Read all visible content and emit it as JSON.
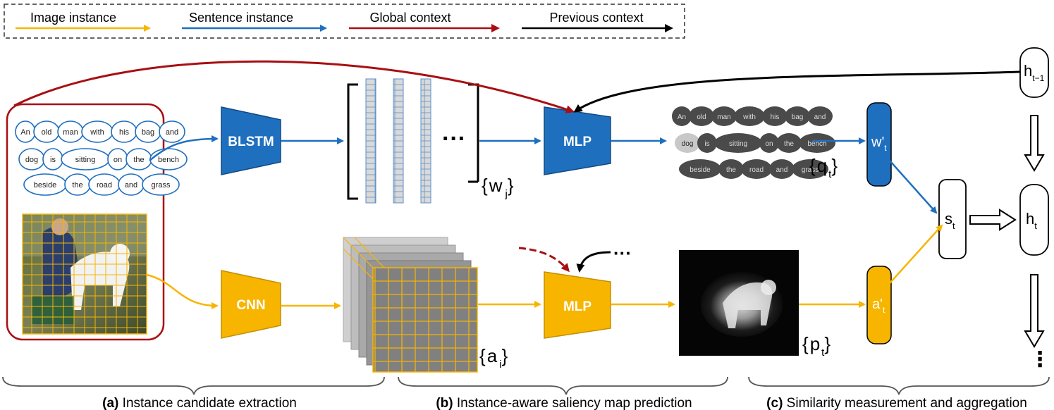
{
  "legend": {
    "image_instance": "Image instance",
    "sentence_instance": "Sentence instance",
    "global_context": "Global context",
    "previous_context": "Previous context"
  },
  "colors": {
    "blue": "#1f6fbf",
    "yellow": "#f7b500",
    "red": "#a80f13",
    "black": "#000000",
    "dark_word": "#4a4a4a",
    "light_word": "#c8c8c8"
  },
  "sentence": {
    "row1": [
      "An",
      "old",
      "man",
      "with",
      "his",
      "bag",
      "and"
    ],
    "row2": [
      "dog",
      "is",
      "sitting",
      "on",
      "the",
      "bench"
    ],
    "row3": [
      "beside",
      "the",
      "road",
      "and",
      "grass"
    ]
  },
  "modules": {
    "blstm": "BLSTM",
    "cnn": "CNN",
    "mlp_top": "MLP",
    "mlp_bottom": "MLP"
  },
  "symbols": {
    "ellipsis": "···",
    "wj_brace": "{",
    "wj_main": "w",
    "wj_sub": "j",
    "wj_close": "}",
    "qt_brace": "{",
    "qt_main": "q",
    "qt_sub": "t",
    "qt_close": "}",
    "ai_brace": "{",
    "ai_main": "a",
    "ai_sub": "i",
    "ai_close": "}",
    "pt_brace": "{",
    "pt_main": "p",
    "pt_sub": "t",
    "pt_close": "}",
    "wprime_main": "w'",
    "wprime_sub": "t",
    "aprime_main": "a'",
    "aprime_sub": "t",
    "st_main": "s",
    "st_sub": "t",
    "ht_main": "h",
    "ht_sub": "t",
    "htm1_main": "h",
    "htm1_sub": "t−1",
    "vdots": "⋮",
    "small_dots": "···"
  },
  "sections": {
    "a_bold": "(a)",
    "a_text": " Instance candidate extraction",
    "b_bold": "(b)",
    "b_text": " Instance-aware saliency map prediction",
    "c_bold": "(c)",
    "c_text": " Similarity measurement and aggregation"
  }
}
